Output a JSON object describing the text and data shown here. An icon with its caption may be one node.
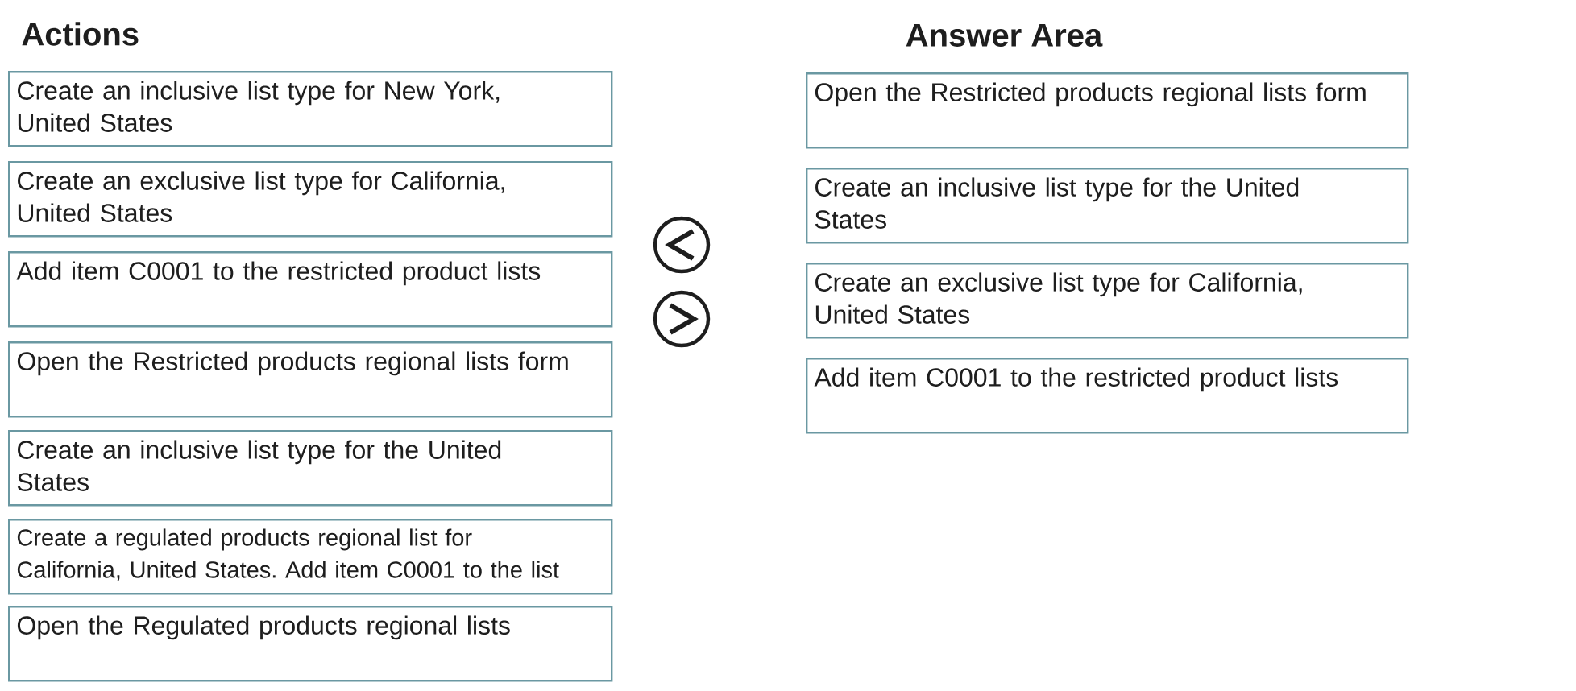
{
  "diagram": {
    "nodes": [
      {
        "text": [
          "Create an inclusive list type for New York, United States"
        ]
      },
      {
        "text": [
          "Create an exclusive list type for California, United States"
        ]
      },
      {
        "text": [
          "Add item C0001 to the restricted product lists"
        ]
      },
      {
        "text": [
          "Open the Restricted products regional lists form"
        ]
      },
      {
        "text": [
          "Create an inclusive list type for the United States"
        ]
      },
      {
        "text": [
          "Create a regulated products regional list for California, United States. Add item C0001 to the list"
        ]
      },
      {
        "text": [
          "Open the Regulated products regional lists"
        ]
      },
      {
        "text": [
          "Open the Restricted products regional lists form"
        ]
      },
      {
        "text": [
          "Create an inclusive list type for the United States"
        ]
      },
      {
        "text": [
          "Create an exclusive list type for California, United States"
        ]
      },
      {
        "text": [
          "Add item C0001 to the restricted product lists"
        ]
      }
    ],
    "labels": [
      "Actions",
      "Answer Area"
    ]
  }
}
